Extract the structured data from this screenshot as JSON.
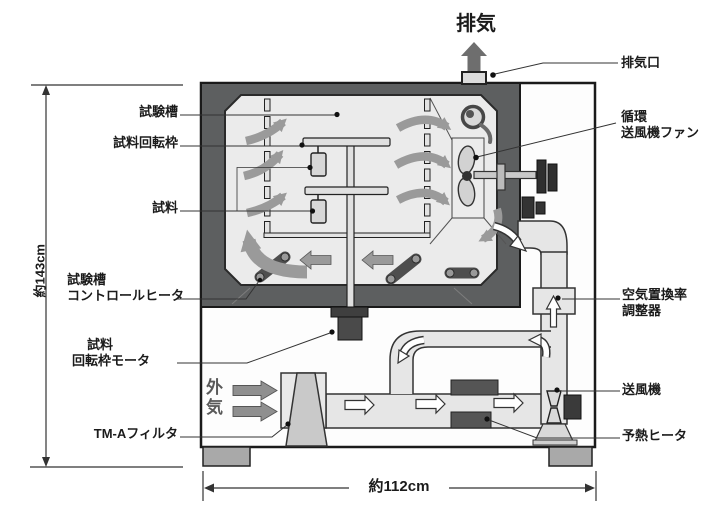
{
  "labels": {
    "exhaust": "排気",
    "exhaust_port": "排気口",
    "test_chamber": "試験槽",
    "sample_rotation_frame": "試料回転枠",
    "sample": "試料",
    "circulation_fan_line1": "循環",
    "circulation_fan_line2": "送風機ファン",
    "chamber_control_heater_line1": "試験槽",
    "chamber_control_heater_line2": "コントロールヒータ",
    "sample_frame_motor_line1": "試料",
    "sample_frame_motor_line2": "回転枠モータ",
    "air_replacement_adjuster_line1": "空気置換率",
    "air_replacement_adjuster_line2": "調整器",
    "blower": "送風機",
    "preheat_heater": "予熱ヒータ",
    "tma_filter": "TM-Aフィルタ",
    "outside_air": "外気"
  },
  "dimensions": {
    "height": "約143cm",
    "width": "約112cm"
  },
  "colors": {
    "chamber_wall": "#5d5f60",
    "chamber_interior": "#ebebeb",
    "duct_fill": "#e6e6e6",
    "flow_arrow_gray": "#9a9a9a",
    "heater_dark": "#4e4e4e",
    "label_text": "#1b1b1b"
  }
}
